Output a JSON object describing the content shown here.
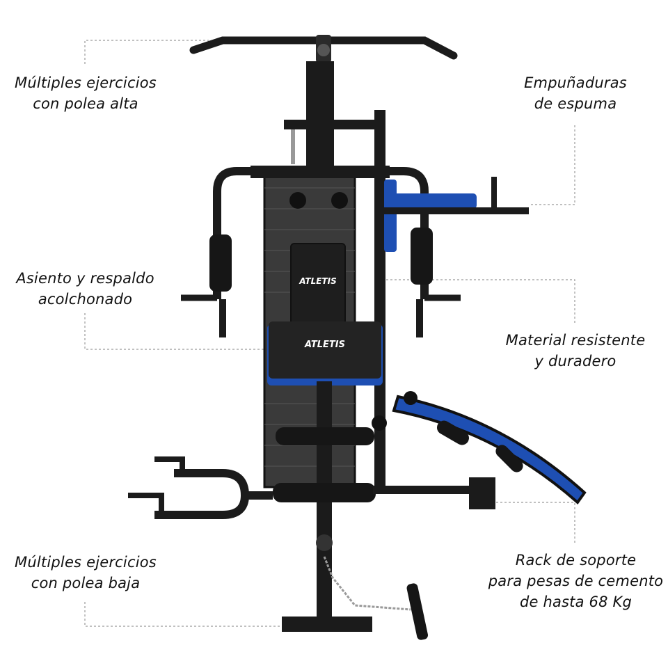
{
  "callouts": {
    "high_pulley": {
      "line1": "Múltiples ejercicios",
      "line2": "con polea alta"
    },
    "seat": {
      "line1": "Asiento y respaldo",
      "line2": "acolchonado"
    },
    "low_pulley": {
      "line1": "Múltiples ejercicios",
      "line2": "con polea baja"
    },
    "grips": {
      "line1": "Empuñaduras",
      "line2": "de espuma"
    },
    "material": {
      "line1": "Material resistente",
      "line2": "y duradero"
    },
    "rack": {
      "line1": "Rack de soporte",
      "line2": "para pesas de cemento",
      "line3": "de hasta 68 Kg"
    }
  },
  "brand": {
    "backrest_logo": "ATLETIS",
    "seat_logo": "ATLETIS"
  },
  "colors": {
    "frame": "#1b1b1b",
    "accent": "#1e4fb3",
    "pad": "#232323",
    "leader": "#9a9a9a"
  }
}
